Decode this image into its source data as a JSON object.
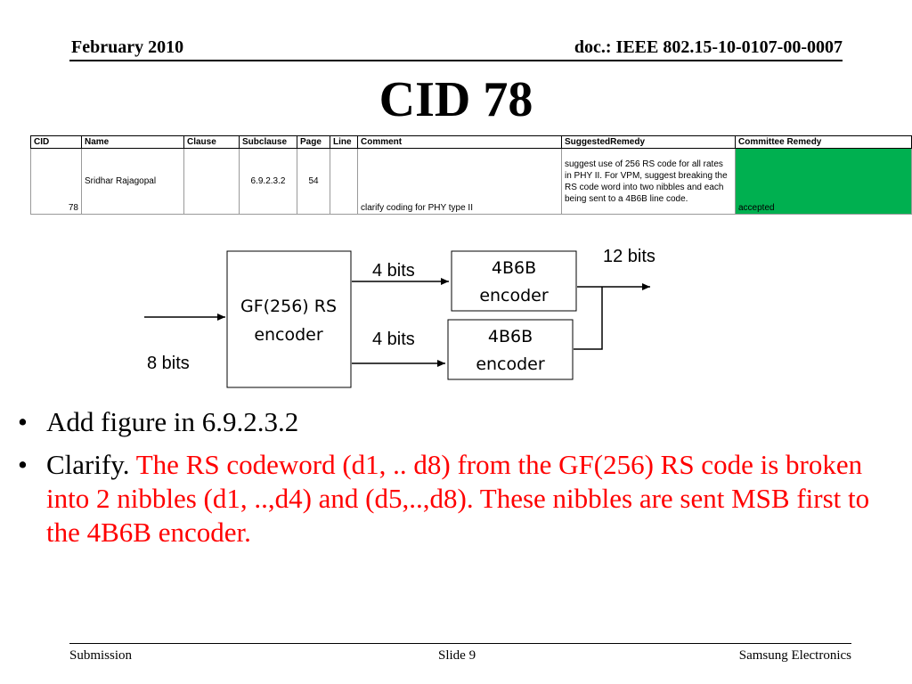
{
  "header": {
    "date": "February 2010",
    "doc_id": "doc.: IEEE 802.15-10-0107-00-0007"
  },
  "title": "CID 78",
  "table": {
    "columns": [
      "CID",
      "Name",
      "Clause",
      "Subclause",
      "Page",
      "Line",
      "Comment",
      "SuggestedRemedy",
      "Committee Remedy"
    ],
    "row": {
      "cid": "78",
      "name": "Sridhar Rajagopal",
      "clause": "",
      "subclause": "6.9.2.3.2",
      "page": "54",
      "line": "",
      "comment": "clarify coding for PHY type II",
      "suggested_remedy": "suggest use of 256 RS code for all rates in PHY II. For VPM, suggest breaking the RS code word into two nibbles and each being sent to a 4B6B line code.",
      "committee_remedy": "accepted"
    },
    "colors": {
      "accepted_fill": "#00b050"
    }
  },
  "diagram": {
    "rs_encoder_line1": "GF(256) RS",
    "rs_encoder_line2": "encoder",
    "enc_top_line1": "4B6B",
    "enc_top_line2": "encoder",
    "enc_bottom_line1": "4B6B",
    "enc_bottom_line2": "encoder",
    "input_label": "8 bits",
    "top_bits_label": "4 bits",
    "bottom_bits_label": "4 bits",
    "output_label": "12 bits"
  },
  "bullets": {
    "b1": "Add figure in 6.9.2.3.2",
    "b2_black": "Clarify.",
    "b2_red": "The RS codeword (d1, .. d8) from the GF(256) RS code is broken into 2 nibbles (d1, ..,d4) and (d5,..,d8). These nibbles are sent MSB first to the 4B6B encoder.",
    "marker": "•"
  },
  "footer": {
    "left": "Submission",
    "middle": "Slide 9",
    "right": "Samsung Electronics"
  }
}
